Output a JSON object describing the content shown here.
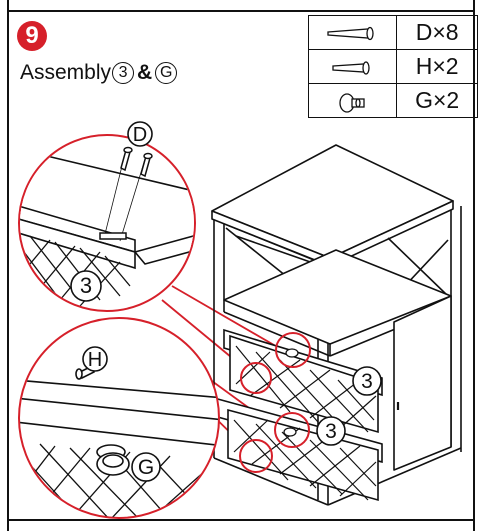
{
  "step": {
    "number": "9",
    "title_prefix": "Assembly",
    "part_a": "3",
    "joiner": "&",
    "part_b": "G"
  },
  "parts_table": [
    {
      "icon": "screw-long-icon",
      "qty": "D×8"
    },
    {
      "icon": "screw-short-icon",
      "qty": "H×2"
    },
    {
      "icon": "knob-icon",
      "qty": "G×2"
    }
  ],
  "callouts": {
    "screw_d": "D",
    "screw_h": "H",
    "knob_g": "G",
    "drawer": "3"
  },
  "colors": {
    "accent": "#d6202a",
    "line": "#111111"
  }
}
